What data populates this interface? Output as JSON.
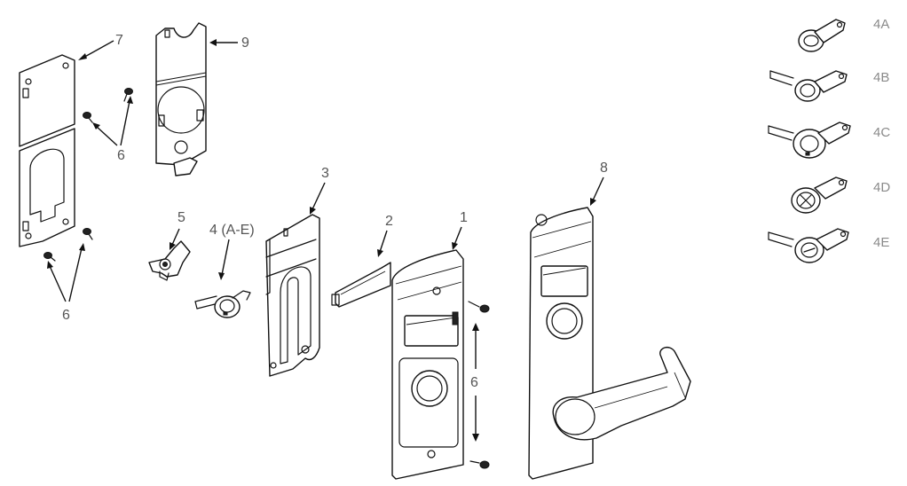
{
  "labels": {
    "l1": "1",
    "l2": "2",
    "l3": "3",
    "l4": "4 (A-E)",
    "l5": "5",
    "l6a": "6",
    "l6b": "6",
    "l6c": "6",
    "l7": "7",
    "l8": "8",
    "l9": "9"
  },
  "variants": [
    "4A",
    "4B",
    "4C",
    "4D",
    "4E"
  ]
}
